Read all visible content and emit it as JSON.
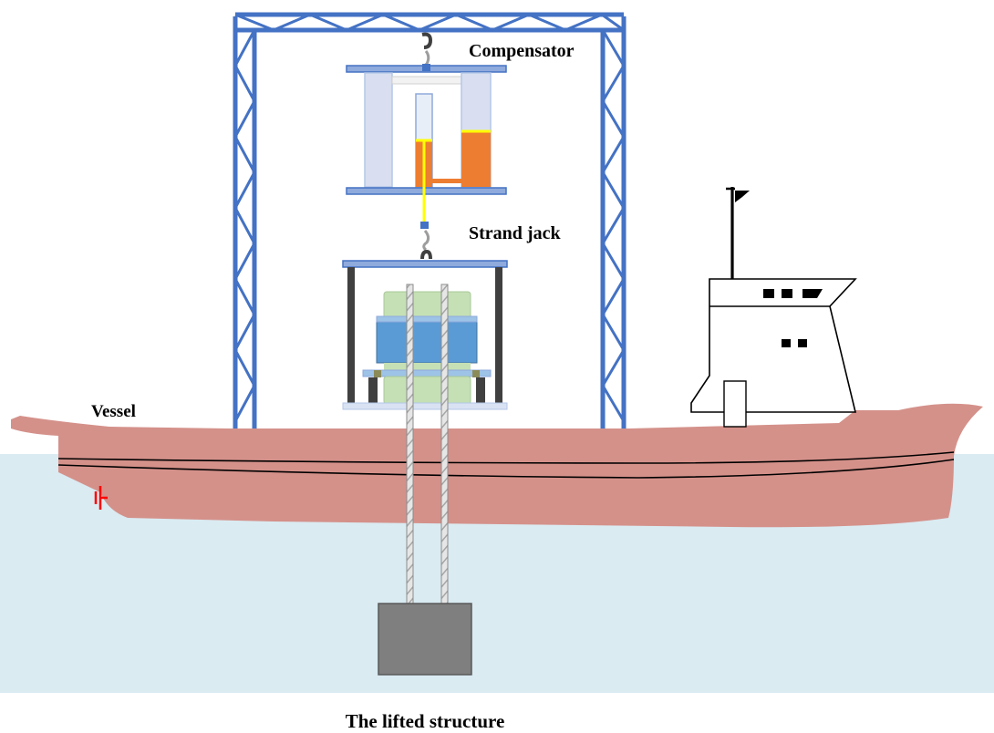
{
  "labels": {
    "compensator": "Compensator",
    "strand_jack": "Strand jack",
    "vessel": "Vessel",
    "lifted_structure": "The lifted structure"
  },
  "colors": {
    "frame": "#4472c4",
    "hull": "#d4918a",
    "hull_line": "#000000",
    "water": "#daebf2",
    "compensator_cylinder": "#d9dff0",
    "compensator_fluid": "#ed7d31",
    "yellow_line": "#ffff00",
    "jack_body": "#5b9bd5",
    "jack_band": "#c5e0b4",
    "structure": "#7f7f7f",
    "bridge_fill": "#ffffff",
    "propeller": "#ff0000"
  },
  "icons": [
    "crane-hook-icon",
    "flag-icon",
    "propeller-icon"
  ]
}
